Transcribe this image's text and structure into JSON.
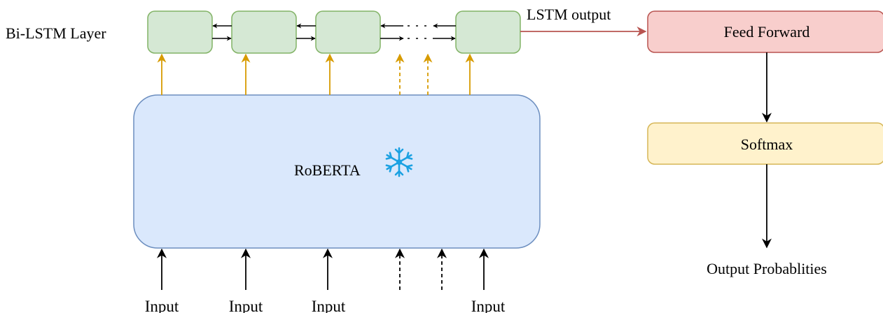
{
  "bilstm_label": "Bi-LSTM Layer",
  "lstm_output_label": "LSTM output",
  "roberta_label": "RoBERTA",
  "feed_forward_label": "Feed Forward",
  "softmax_label": "Softmax",
  "output_label": "Output Probablities",
  "inputs": [
    "Input",
    "Input",
    "Input",
    "Input"
  ],
  "frozen_icon": "snowflake-icon",
  "colors": {
    "lstm_fill": "#d5e8d4",
    "lstm_stroke": "#82b366",
    "roberta_fill": "#dae8fc",
    "roberta_stroke": "#6c8ebf",
    "feed_forward_fill": "#f8cecc",
    "feed_forward_stroke": "#b85450",
    "softmax_fill": "#fff2cc",
    "softmax_stroke": "#d6b656",
    "embedding_arrow": "#d79b00",
    "lstm_output_arrow": "#b85450",
    "snowflake": "#1ba1e2"
  }
}
